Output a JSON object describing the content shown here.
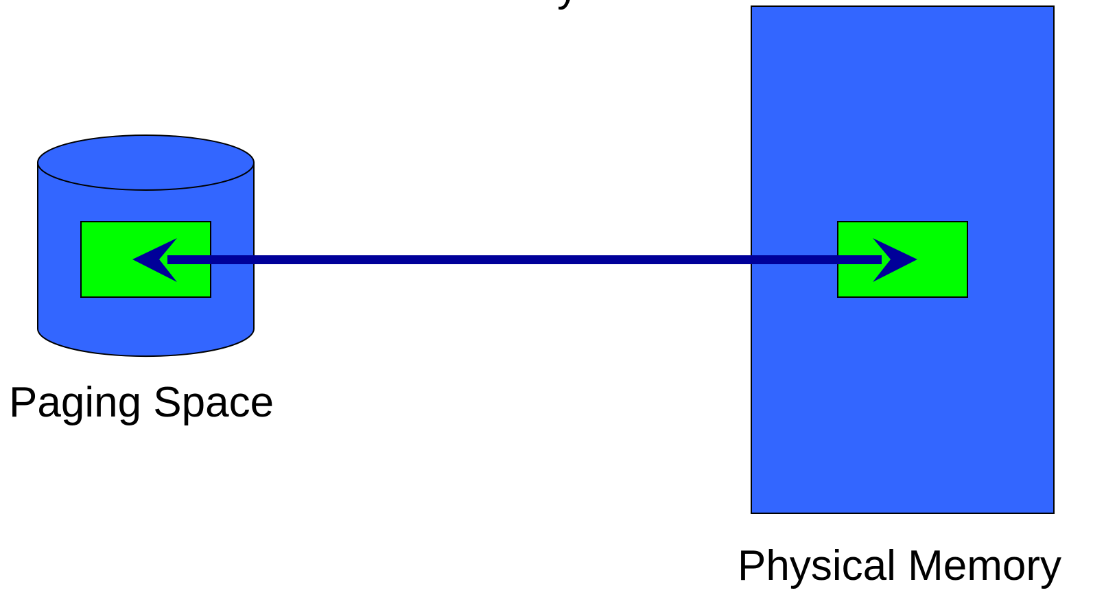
{
  "diagram": {
    "top_cut_text": "y",
    "paging_space_label": "Paging Space",
    "physical_memory_label": "Physical Memory"
  },
  "colors": {
    "blue_fill": "#3366ff",
    "green_page": "#00ff00",
    "arrow": "#000099",
    "outline": "#000000",
    "background": "#ffffff"
  },
  "shapes": {
    "paging_space": "cylinder",
    "physical_memory": "rectangle",
    "page": "rectangle",
    "connector": "double-headed-arrow"
  }
}
